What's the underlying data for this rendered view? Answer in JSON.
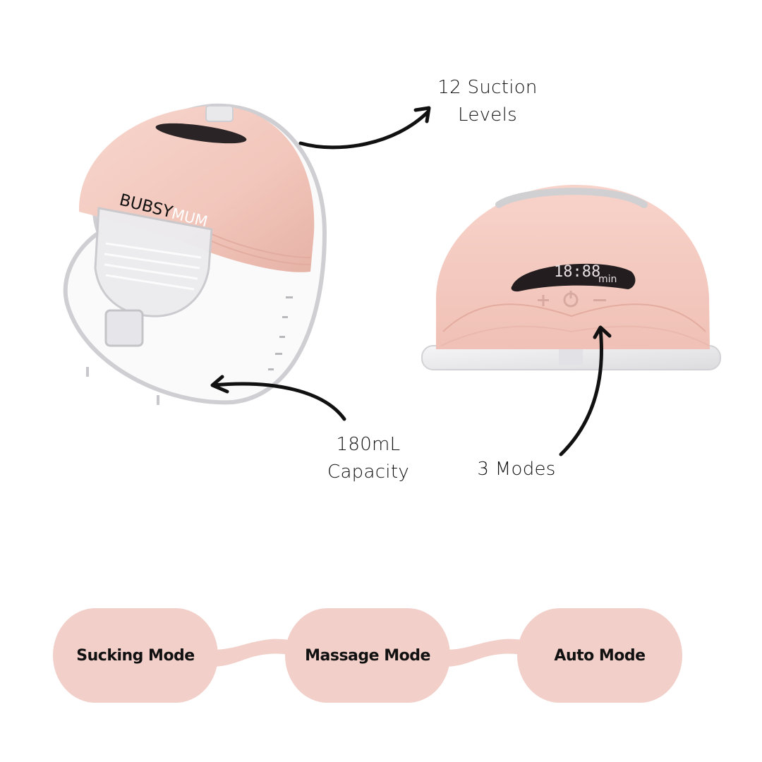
{
  "callouts": {
    "suction": {
      "line1": "12 Suction",
      "line2": "Levels"
    },
    "capacity": {
      "line1": "180mL",
      "line2": "Capacity"
    },
    "modes": {
      "line1": "3 Modes"
    }
  },
  "product_left": {
    "brand_part1": "BUBSY",
    "brand_part2": "MUM"
  },
  "product_right": {
    "display_digits": "18:88",
    "display_unit": "min",
    "buttons": [
      "+",
      "power",
      "−"
    ]
  },
  "mode_flow": {
    "items": [
      {
        "label": "Sucking Mode"
      },
      {
        "label": "Massage Mode"
      },
      {
        "label": "Auto Mode"
      }
    ],
    "pill_color": "#f2cfc9"
  },
  "colors": {
    "product_pink": "#f4c9bf",
    "arrow": "#111111",
    "background": "#ffffff"
  }
}
